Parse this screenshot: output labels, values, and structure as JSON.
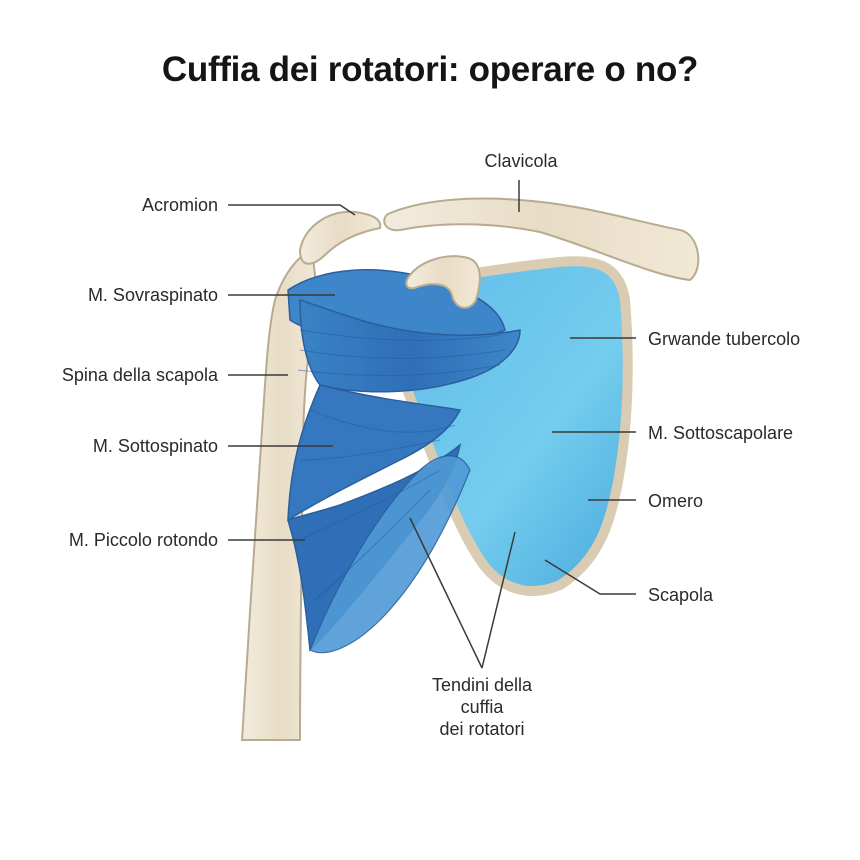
{
  "title": "Cuffia dei rotatori: operare o no?",
  "labels": {
    "clavicola": "Clavicola",
    "acromion": "Acromion",
    "sovraspinato": "M. Sovraspinato",
    "grande_tubercolo": "Grwande tubercolo",
    "spina_scapola": "Spina della scapola",
    "sottoscapolare": "M. Sottoscapolare",
    "sottospinato": "M. Sottospinato",
    "omero": "Omero",
    "piccolo_rotondo": "M. Piccolo rotondo",
    "scapola": "Scapola",
    "tendini": [
      "Tendini della",
      "cuffia",
      "dei rotatori"
    ]
  },
  "colors": {
    "bone_fill": "#ede4d2",
    "bone_stroke": "#b9ab90",
    "muscle_dark": "#2f6fb7",
    "muscle_mid": "#4f9ad6",
    "muscle_light": "#6cc6ea",
    "leader_line": "#3a3a3a"
  }
}
